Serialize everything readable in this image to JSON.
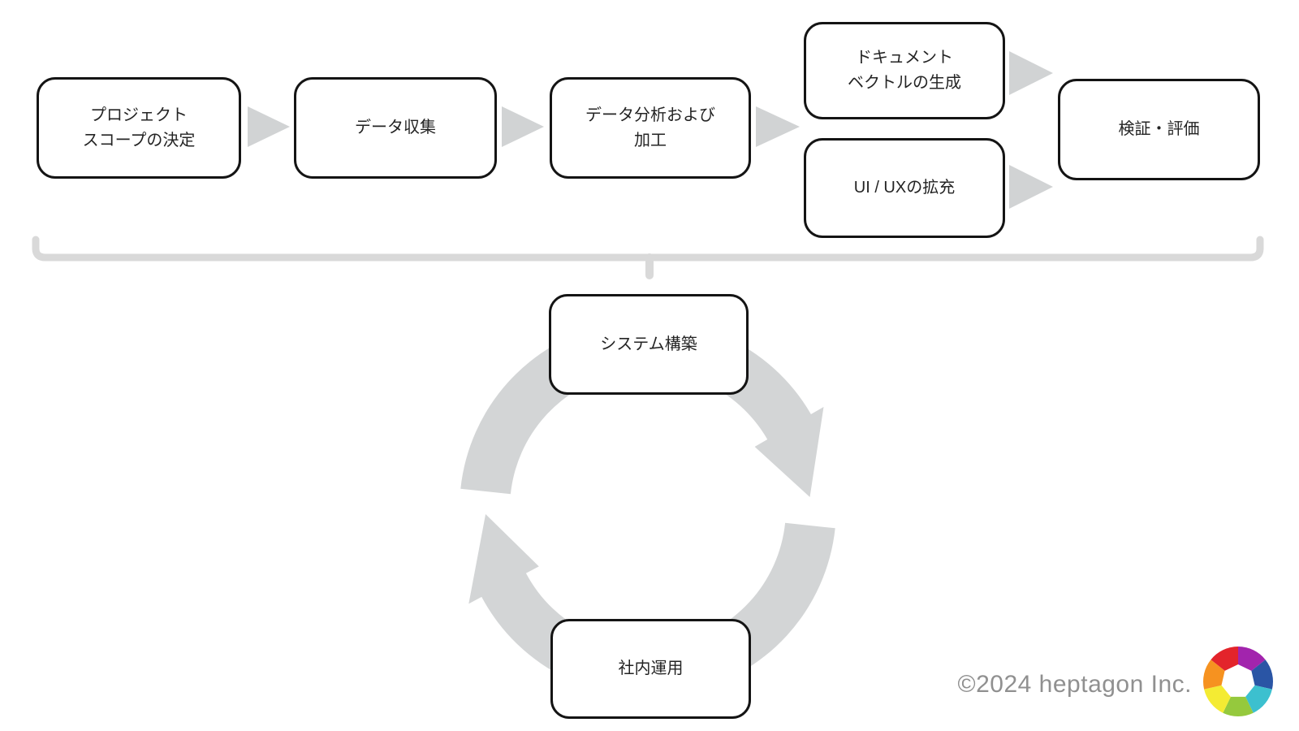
{
  "diagram": {
    "title": "AI system development process diagram",
    "flow": {
      "steps": [
        {
          "id": "project-scope",
          "label": "プロジェクト\nスコープの決定"
        },
        {
          "id": "data-collection",
          "label": "データ収集"
        },
        {
          "id": "data-analysis",
          "label": "データ分析および\n加工"
        },
        {
          "id": "document-vector",
          "label": "ドキュメント\nベクトルの生成"
        },
        {
          "id": "ui-ux",
          "label": "UI / UXの拡充"
        },
        {
          "id": "validation",
          "label": "検証・評価"
        }
      ]
    },
    "cycle": {
      "steps": [
        {
          "id": "system-build",
          "label": "システム構築"
        },
        {
          "id": "internal-operation",
          "label": "社内運用"
        }
      ]
    }
  },
  "footer": {
    "copyright": "©2024 heptagon Inc."
  },
  "colors": {
    "flow_arrow": "#d1d3d4",
    "bracket": "#d9d9d9",
    "cycle_arrow": "#d3d5d6",
    "box_border": "#141414",
    "box_text": "#242424",
    "copyright_text": "#909090"
  },
  "logo": {
    "icon": "heptagon-color-wheel",
    "colors": [
      "#e3242b",
      "#a224ad",
      "#2a55a5",
      "#3cc0cf",
      "#95c93d",
      "#f4eb33",
      "#f69220"
    ]
  }
}
